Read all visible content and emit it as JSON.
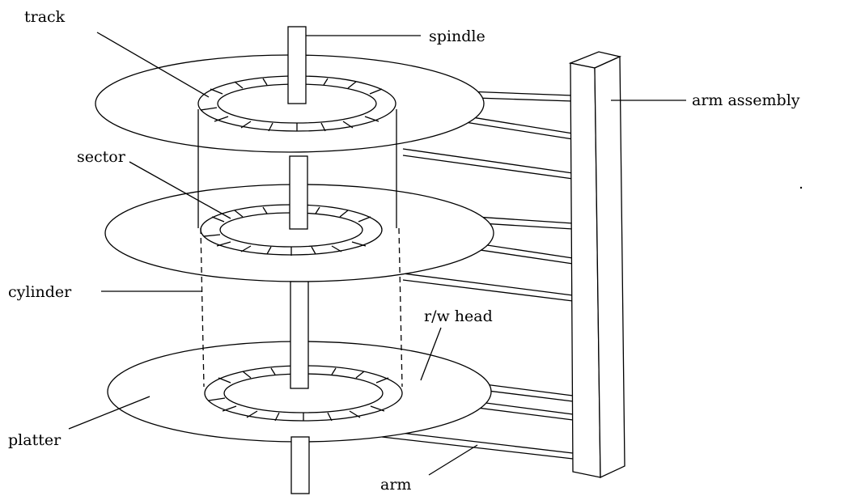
{
  "labels": {
    "track": "track",
    "spindle": "spindle",
    "arm_assembly": "arm assembly",
    "sector": "sector",
    "cylinder": "cylinder",
    "rw_head": "r/w head",
    "platter": "platter",
    "arm": "arm"
  },
  "colors": {
    "stroke": "#000000",
    "background": "#ffffff"
  }
}
